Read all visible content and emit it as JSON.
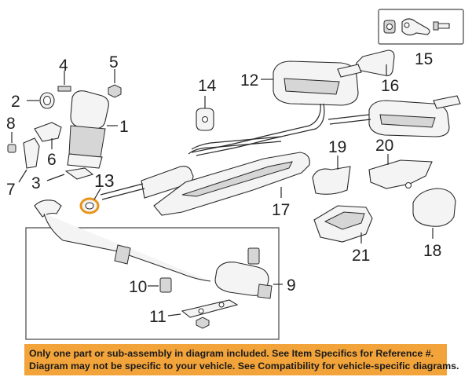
{
  "callouts": {
    "c1": "1",
    "c2": "2",
    "c3": "3",
    "c4": "4",
    "c5": "5",
    "c6": "6",
    "c7": "7",
    "c8": "8",
    "c9": "9",
    "c10": "10",
    "c11": "11",
    "c12": "12",
    "c13": "13",
    "c14": "14",
    "c15": "15",
    "c16": "16",
    "c17": "17",
    "c18": "18",
    "c19": "19",
    "c20": "20",
    "c21": "21"
  },
  "notice": {
    "line1": "Only one part or sub-assembly in diagram included. See Item Specifics for Reference #.",
    "line2": "Diagram may not be specific to your vehicle. See Compatibility for vehicle-specific diagrams."
  },
  "colors": {
    "notice_bg": "#f2a33a",
    "highlight": "#e8941a",
    "linework": "#2a2a2a"
  }
}
